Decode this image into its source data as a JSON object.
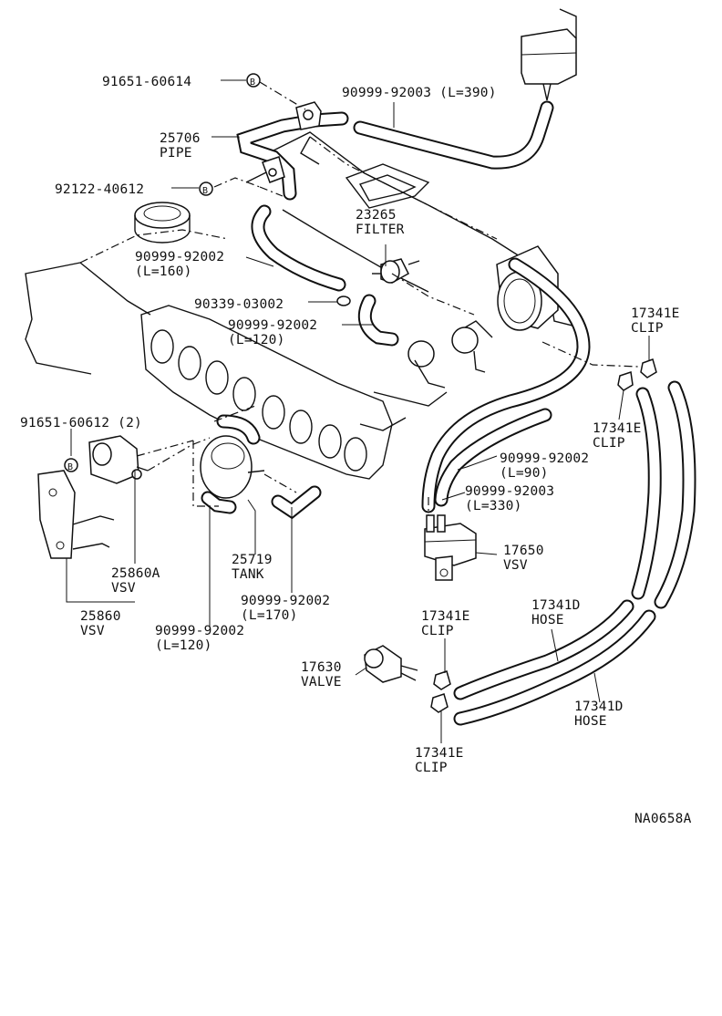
{
  "diagram_code": "NA0658A",
  "callout_marker": "B",
  "labels": [
    {
      "id": "p91651_60614",
      "lines": [
        "91651-60614"
      ]
    },
    {
      "id": "p90999_92003_390",
      "lines": [
        "90999-92003 (L=390)"
      ]
    },
    {
      "id": "p25706",
      "lines": [
        "25706",
        "PIPE"
      ]
    },
    {
      "id": "p92122_40612",
      "lines": [
        "92122-40612"
      ]
    },
    {
      "id": "p23265",
      "lines": [
        "23265",
        "FILTER"
      ]
    },
    {
      "id": "p90999_92002_160",
      "lines": [
        "90999-92002",
        "(L=160)"
      ]
    },
    {
      "id": "p90339_03002",
      "lines": [
        "90339-03002"
      ]
    },
    {
      "id": "p90999_92002_120a",
      "lines": [
        "90999-92002",
        "(L=120)"
      ]
    },
    {
      "id": "p17341E_a",
      "lines": [
        "17341E",
        "CLIP"
      ]
    },
    {
      "id": "p91651_60612",
      "lines": [
        "91651-60612 (2)"
      ]
    },
    {
      "id": "p17341E_b",
      "lines": [
        "17341E",
        "CLIP"
      ]
    },
    {
      "id": "p90999_92002_90",
      "lines": [
        "90999-92002",
        "(L=90)"
      ]
    },
    {
      "id": "p90999_92003_330",
      "lines": [
        "90999-92003",
        "(L=330)"
      ]
    },
    {
      "id": "p17650",
      "lines": [
        "17650",
        "VSV"
      ]
    },
    {
      "id": "p25719",
      "lines": [
        "25719",
        "TANK"
      ]
    },
    {
      "id": "p25860A",
      "lines": [
        "25860A",
        "VSV"
      ]
    },
    {
      "id": "p90999_92002_170",
      "lines": [
        "90999-92002",
        "(L=170)"
      ]
    },
    {
      "id": "p25860",
      "lines": [
        "25860",
        "VSV"
      ]
    },
    {
      "id": "p90999_92002_120b",
      "lines": [
        "90999-92002",
        "(L=120)"
      ]
    },
    {
      "id": "p17341D_a",
      "lines": [
        "17341D",
        "HOSE"
      ]
    },
    {
      "id": "p17341E_c",
      "lines": [
        "17341E",
        "CLIP"
      ]
    },
    {
      "id": "p17630",
      "lines": [
        "17630",
        "VALVE"
      ]
    },
    {
      "id": "p17341D_b",
      "lines": [
        "17341D",
        "HOSE"
      ]
    },
    {
      "id": "p17341E_d",
      "lines": [
        "17341E",
        "CLIP"
      ]
    }
  ]
}
